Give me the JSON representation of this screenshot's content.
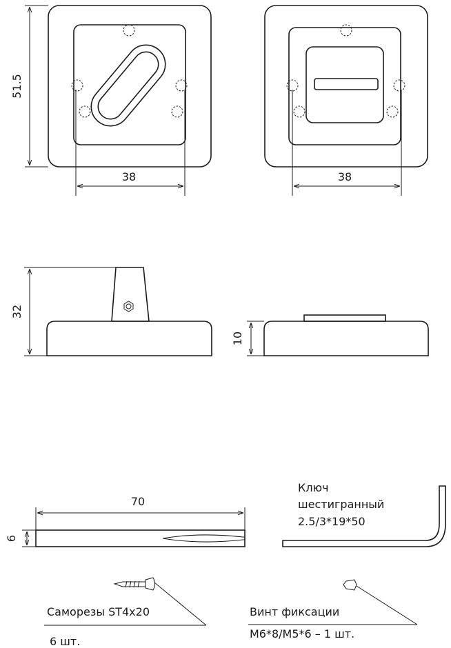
{
  "dimensions": {
    "front_left_height": "51.5",
    "front_left_width": "38",
    "front_right_width": "38",
    "side_left_height": "32",
    "side_right_height": "10",
    "bar_length": "70",
    "bar_thickness": "6"
  },
  "labels": {
    "hex_key_line1": "Ключ",
    "hex_key_line2": "шестигранный",
    "hex_key_line3": "2.5/3*19*50",
    "screws_name": "Саморезы ST4x20",
    "screws_qty": "6 шт.",
    "fix_screw_name": "Винт фиксации",
    "fix_screw_spec": "M6*8/M5*6 – 1 шт."
  }
}
